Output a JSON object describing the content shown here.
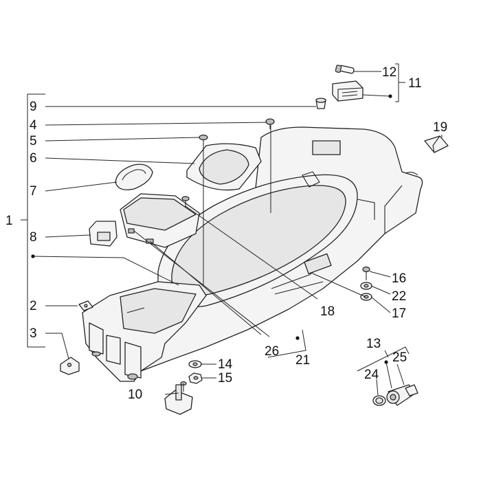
{
  "labels": {
    "l1": "1",
    "l2": "2",
    "l3": "3",
    "l4": "4",
    "l5": "5",
    "l6": "6",
    "l7": "7",
    "l8": "8",
    "l9": "9",
    "l10": "10",
    "l11": "11",
    "l12": "12",
    "l13": "13",
    "l14": "14",
    "l15": "15",
    "l16": "16",
    "l17": "17",
    "l18": "18",
    "l19": "19",
    "l21": "21",
    "l22": "22",
    "l24": "24",
    "l25": "25",
    "l26": "26"
  }
}
